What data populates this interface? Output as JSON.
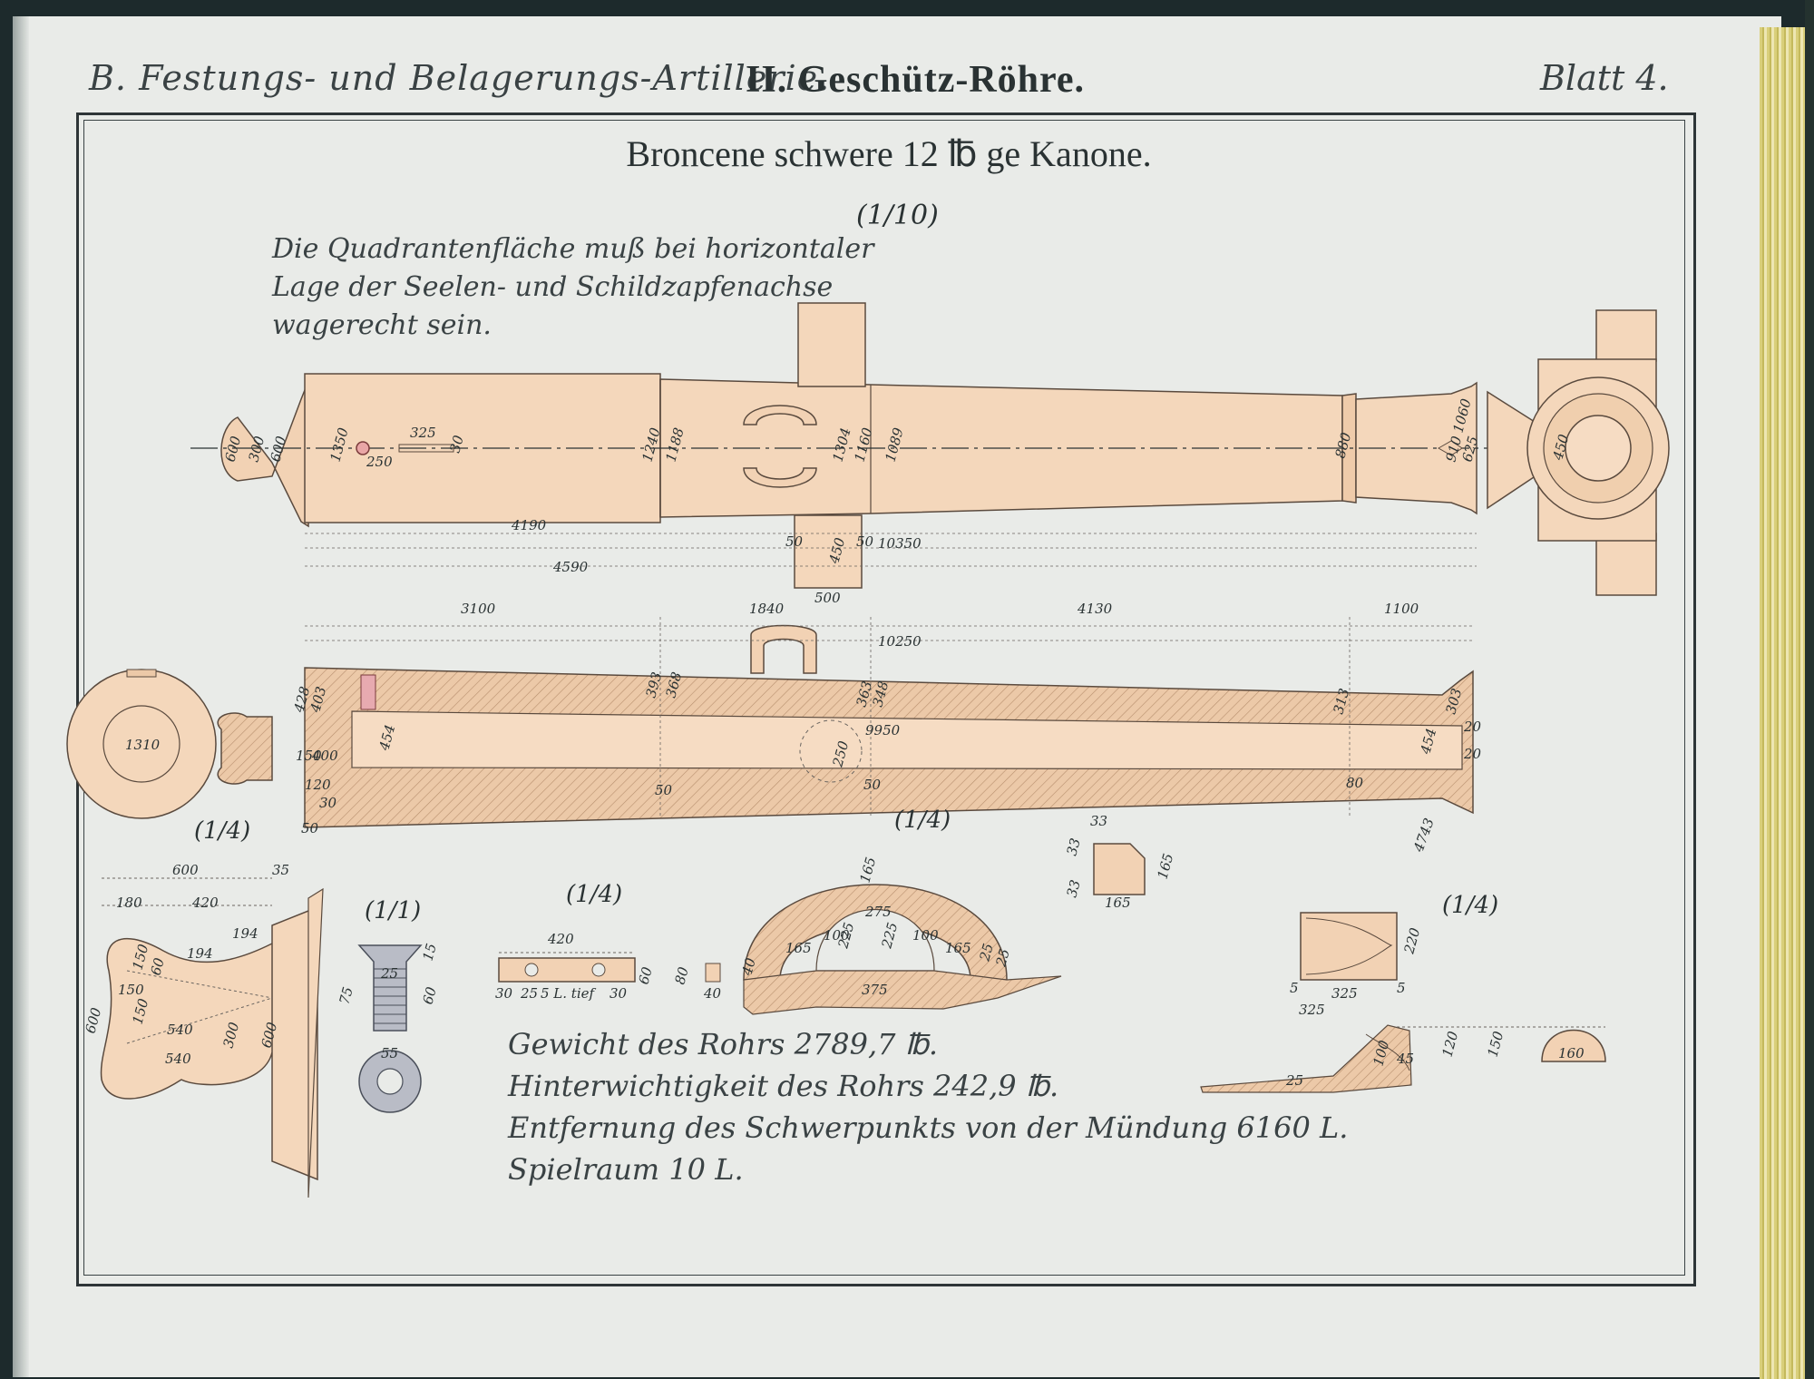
{
  "header": {
    "left": "B. Festungs- und Belagerungs-Artillerie.",
    "center": "II. Geschütz-Röhre.",
    "right": "Blatt 4."
  },
  "title": "Broncene schwere 12 ℔ ge Kanone.",
  "scales": {
    "main": "(1/10)",
    "cascabel": "(1/4)",
    "screw": "(1/1)",
    "handle": "(1/4)",
    "trunnion": "(1/4)",
    "sight": "(1/4)"
  },
  "note": {
    "line1": "Die Quadrantenfläche muß bei horizontaler",
    "line2": "Lage der Seelen- und Schildzapfenachse",
    "line3": "wagerecht sein."
  },
  "stats": {
    "weight": "Gewicht des Rohrs 2789,7 ℔.",
    "preponderance": "Hinterwichtigkeit des Rohrs 242,9 ℔.",
    "center_of_gravity": "Entfernung des Schwerpunkts von der Mündung 6160 L.",
    "windage": "Spielraum 10 L."
  },
  "dimensions": {
    "top_view": {
      "cascabel_600": "600",
      "cascabel_300": "300",
      "cascabel_600b": "600",
      "base_1350": "1350",
      "vent_325": "325",
      "vent_250": "250",
      "vent_30": "30",
      "ring_1240": "1240",
      "ring_1188": "1188",
      "trunnion_1304": "1304",
      "trunnion_1160": "1160",
      "chase_1089": "1089",
      "muzzle_880": "880",
      "muzzle_1060": "1060",
      "muzzle_910": "910",
      "muzzle_625": "625",
      "end_450": "450",
      "len_4190": "4190",
      "len_4590": "4590",
      "len_10350": "10350",
      "trun_50a": "50",
      "trun_50b": "50",
      "trun_450": "450",
      "trun_500": "500"
    },
    "section": {
      "seg_3100": "3100",
      "seg_1840": "1840",
      "seg_4130": "4130",
      "seg_1100": "1100",
      "total_10250": "10250",
      "bore_9950": "9950",
      "wall_393": "393",
      "wall_368": "368",
      "wall_363": "363",
      "wall_348": "348",
      "wall_313": "313",
      "wall_303": "303",
      "bore_454a": "454",
      "bore_454b": "454",
      "trunnion_250": "250",
      "breech_428": "428",
      "breech_403": "403",
      "breech_150": "150",
      "breech_400": "400",
      "breech_120": "120",
      "breech_30": "30",
      "breech_50": "50",
      "m_20a": "20",
      "m_20b": "20",
      "m_80": "80",
      "m_50a": "50",
      "m_50b": "50",
      "m_4743": "4743",
      "disc_1310": "1310"
    },
    "cascabel": {
      "d600": "600",
      "d35": "35",
      "d180": "180",
      "d420": "420",
      "d194a": "194",
      "d194b": "194",
      "d150a": "150",
      "d60": "60",
      "d150b": "150",
      "d150c": "150",
      "d540a": "540",
      "d540b": "540",
      "d300": "300",
      "d600b": "600",
      "d600c": "600"
    },
    "screw": {
      "d25": "25",
      "d15": "15",
      "d75": "75",
      "d60": "60",
      "d55": "55"
    },
    "handle": {
      "d420": "420",
      "d30a": "30",
      "d25": "25",
      "d5tief": "5 L. tief",
      "d30b": "30",
      "d60": "60",
      "d80": "80",
      "d40": "40"
    },
    "trunnion": {
      "d165a": "165",
      "d165b": "165",
      "d165c": "165",
      "d275": "275",
      "d225a": "225",
      "d225b": "225",
      "d100a": "100",
      "d100b": "100",
      "d375": "375",
      "d40": "40",
      "d25a": "25",
      "d25b": "25",
      "b33a": "33",
      "b33b": "33",
      "b33c": "33",
      "b165a": "165",
      "b165b": "165"
    },
    "sight": {
      "d5a": "5",
      "d5b": "5",
      "d325a": "325",
      "d325b": "325",
      "d220": "220",
      "d25": "25",
      "d100": "100",
      "d45": "45",
      "d120": "120",
      "d150": "150",
      "d160": "160"
    }
  },
  "colors": {
    "bronze": "#f2d2b4",
    "hatch": "#c9a586",
    "ink": "#2a3233",
    "paper": "#e9ebe8",
    "steel": "#b9bcc6"
  }
}
